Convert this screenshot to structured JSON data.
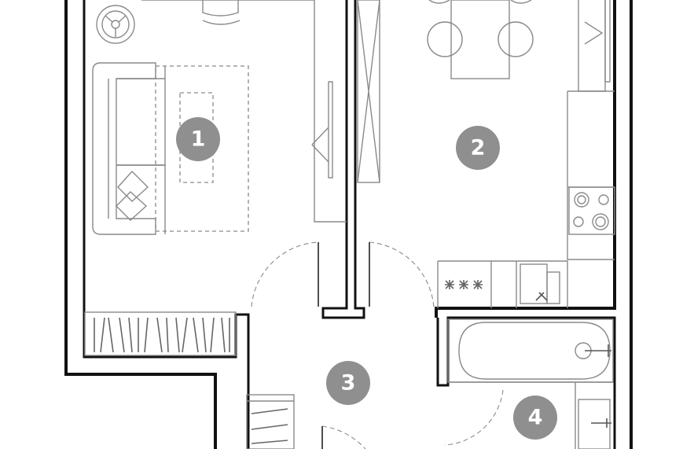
{
  "rooms": [
    {
      "number": "1"
    },
    {
      "number": "2"
    },
    {
      "number": "3"
    },
    {
      "number": "4"
    }
  ],
  "colors": {
    "walls": "#111111",
    "furniture": "#8a8a8a",
    "room_badge": "#8f8f8f",
    "badge_text": "#ffffff",
    "background": "#ffffff"
  },
  "icons": [
    "armchair-icon",
    "sofa-icon",
    "coffee-table-icon",
    "dining-table-icon",
    "wardrobe-icon",
    "radiator-icon",
    "stove-icon",
    "sink-icon",
    "bathtub-icon",
    "washbasin-icon"
  ]
}
